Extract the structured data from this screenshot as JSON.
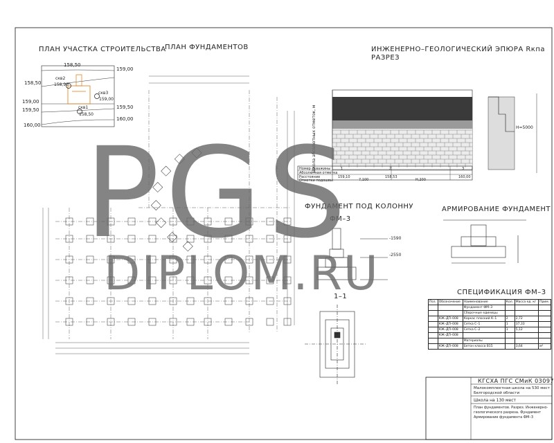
{
  "titles": {
    "site_plan": "ПЛАН УЧАСТКА СТРОИТЕЛЬСТВА",
    "foundation_plan": "ПЛАН ФУНДАМЕНТОВ",
    "epure_line1": "ИНЖЕНЕРНО–ГЕОЛОГИЧЕСКИЙ ЭПЮРА Rкпа",
    "epure_line2": "РАЗРЕЗ",
    "column_foundation": "ФУНДАМЕНТ ПОД КОЛОННУ",
    "reinforcement": "АРМИРОВАНИЕ ФУНДАМЕНТ",
    "fm3": "ФМ–3",
    "section": "1–1",
    "spec": "СПЕЦИФИКАЦИЯ ФМ–3"
  },
  "site_plan": {
    "contours": [
      "158,50",
      "159,00",
      "159,00",
      "159,50",
      "159,50",
      "160,00"
    ],
    "wells": [
      "скв2",
      "скв3",
      "скв1"
    ],
    "well_marks": [
      "158,90",
      "159,00",
      "158,50"
    ]
  },
  "section_chart": {
    "axis_label": "Школа абсолютных отметок, м",
    "well_numbers": [
      "1",
      "2",
      "3"
    ],
    "bottom_marks": [
      "159,10",
      "158,53",
      "160,00"
    ],
    "distances": [
      "7,100",
      "Н,200"
    ],
    "row_labels": [
      "Номер скважины",
      "Абсолютная отметка",
      "Расстояние",
      "Отметки подошвы"
    ],
    "depth_mark": "Н=5000"
  },
  "fm3_elevations": [
    "-1590",
    "-2550"
  ],
  "spec_table": {
    "headers": [
      "Поз.",
      "Обозначение",
      "Наименование",
      "Кол.",
      "Масса ед. кг",
      "Прим."
    ],
    "rows": [
      [
        "",
        "",
        "Фундамент ФМ–3",
        "",
        "",
        ""
      ],
      [
        "",
        "",
        "Сборочные единицы",
        "",
        "",
        ""
      ],
      [
        "",
        "КЖ–ДП–008",
        "Каркас плоский К–1",
        "2",
        "2,72",
        ""
      ],
      [
        "",
        "КЖ–ДП–008",
        "Сетка С–1",
        "1",
        "37,33",
        ""
      ],
      [
        "",
        "КЖ–ДП–008",
        "Сетка С–2",
        "1",
        "5,12",
        ""
      ],
      [
        "",
        "КЖ–ДП–008",
        "",
        "",
        "",
        ""
      ],
      [
        "",
        "",
        "Материалы",
        "",
        "",
        ""
      ],
      [
        "",
        "КЖ–ДП–008",
        "Бетон класса В15",
        "",
        "3,64",
        "м³"
      ]
    ]
  },
  "title_block": {
    "code": "КГСХА ПГС СМиК 03097",
    "object_line1": "Малокомплектная школа на 530 мест",
    "object_line2": "Белгородской области",
    "sheet_title": "Школа на 130 мест",
    "contents": [
      "План фундаментов. Разрез. Инженерно-",
      "геологического разреза. Фундамент",
      "Армирование фундамента ФМ–3"
    ]
  },
  "watermark": {
    "line1": "PGS",
    "line2": "DIPLOM.RU"
  }
}
